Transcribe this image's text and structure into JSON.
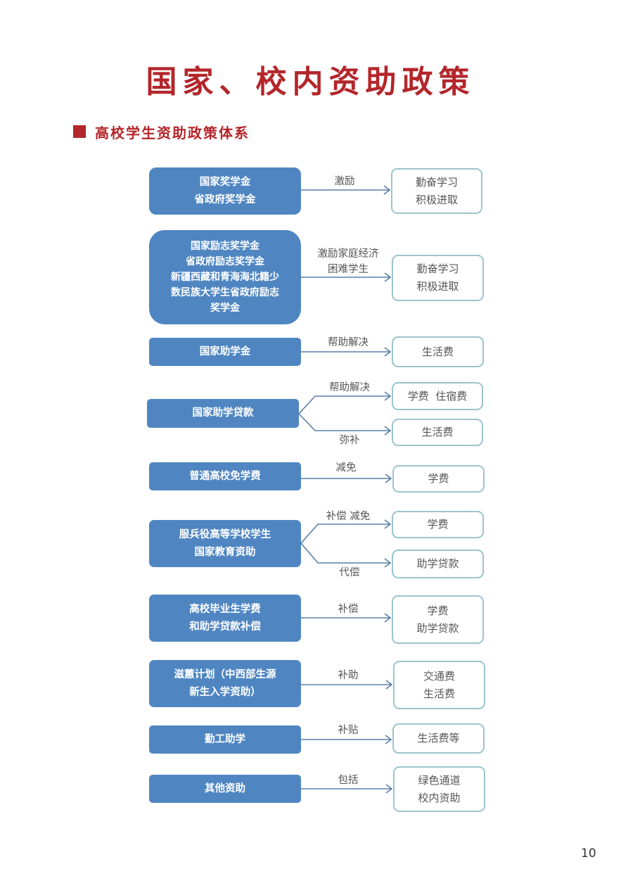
{
  "title": "国家、校内资助政策",
  "section": "高校学生资助政策体系",
  "rows": [
    {
      "left": [
        "国家奖学金",
        "省政府奖学金"
      ],
      "labels": [
        "激励"
      ],
      "right": [
        [
          "勤奋学习",
          "积极进取"
        ]
      ]
    },
    {
      "left": [
        "国家励志奖学金",
        "省政府励志奖学金",
        "新疆西藏和青海海北籍少",
        "数民族大学生省政府励志",
        "奖学金"
      ],
      "labels": [
        "激励家庭经济",
        "困难学生"
      ],
      "right": [
        [
          "勤奋学习",
          "积极进取"
        ]
      ]
    },
    {
      "left": [
        "国家助学金"
      ],
      "labels": [
        "帮助解决"
      ],
      "right": [
        [
          "生活费"
        ]
      ]
    },
    {
      "left": [
        "国家助学贷款"
      ],
      "labels": [
        "帮助解决",
        "弥补"
      ],
      "right": [
        [
          "学费  住宿费"
        ],
        [
          "生活费"
        ]
      ]
    },
    {
      "left": [
        "普通高校免学费"
      ],
      "labels": [
        "减免"
      ],
      "right": [
        [
          "学费"
        ]
      ]
    },
    {
      "left": [
        "服兵役高等学校学生",
        "国家教育资助"
      ],
      "labels": [
        "补偿  减免",
        "代偿"
      ],
      "right": [
        [
          "学费"
        ],
        [
          "助学贷款"
        ]
      ]
    },
    {
      "left": [
        "高校毕业生学费",
        "和助学贷款补偿"
      ],
      "labels": [
        "补偿"
      ],
      "right": [
        [
          "学费",
          "助学贷款"
        ]
      ]
    },
    {
      "left": [
        "滋蕙计划（中西部生源",
        "新生入学资助）"
      ],
      "labels": [
        "补助"
      ],
      "right": [
        [
          "交通费",
          "生活费"
        ]
      ]
    },
    {
      "left": [
        "勤工助学"
      ],
      "labels": [
        "补贴"
      ],
      "right": [
        [
          "生活费等"
        ]
      ]
    },
    {
      "left": [
        "其他资助"
      ],
      "labels": [
        "包括"
      ],
      "right": [
        [
          "绿色通道",
          "校内资助"
        ]
      ]
    }
  ],
  "page_number": "10"
}
